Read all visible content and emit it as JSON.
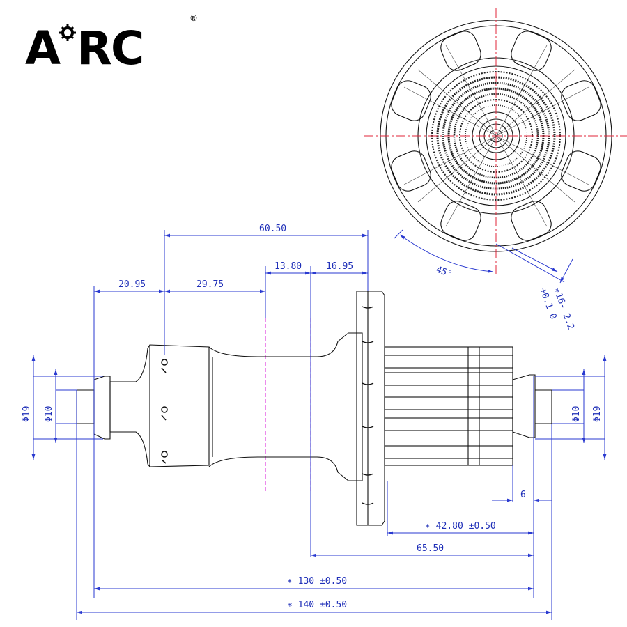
{
  "brand": {
    "left_glyph": "A",
    "right_glyphs": "RC",
    "registered_mark": "®"
  },
  "colors": {
    "dimension": "#1f2fb8",
    "centerline": "#e0243a",
    "outline": "#111111",
    "magenta_guide": "#e040e0"
  },
  "dimensions": {
    "d_60_50": "60.50",
    "d_20_95": "20.95",
    "d_29_75": "29.75",
    "d_13_80": "13.80",
    "d_16_95": "16.95",
    "d_6": "6",
    "d_42_80": "∗ 42.80 ±0.50",
    "d_65_50": "65.50",
    "d_130": "∗ 130 ±0.50",
    "d_140": "∗ 140 ±0.50",
    "left_dia_19": "Φ19",
    "left_dia_10": "Φ10",
    "right_dia_10": "Φ10",
    "right_dia_19": "Φ19",
    "angle_45": "45°",
    "hole_spec_line1": "∗16- 2.2",
    "hole_spec_line2": "+0.1  0"
  }
}
